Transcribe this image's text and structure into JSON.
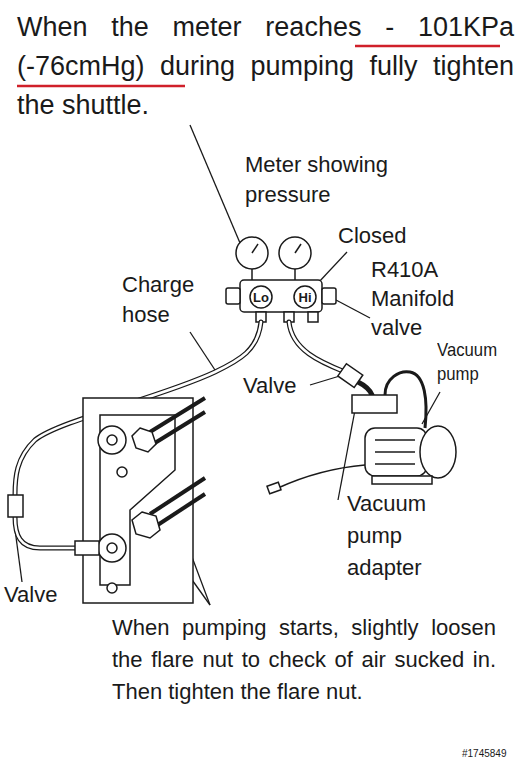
{
  "diagram": {
    "title": "When the meter reaches - 101KPa (-76cmHg) during pumping fully tighten the shuttle.",
    "nodes": [
      {
        "text": [
          "Lo"
        ]
      },
      {
        "text": [
          "Hi"
        ]
      }
    ],
    "labels": [
      "Meter showing pressure",
      "Closed",
      "R410A Manifold valve",
      "Charge hose",
      "Valve",
      "Vacuum pump",
      "Vacuum pump adapter",
      "Valve",
      "When pumping starts, slightly loosen the flare nut to check of air sucked in. Then tighten the flare nut.",
      "#1745849"
    ]
  }
}
